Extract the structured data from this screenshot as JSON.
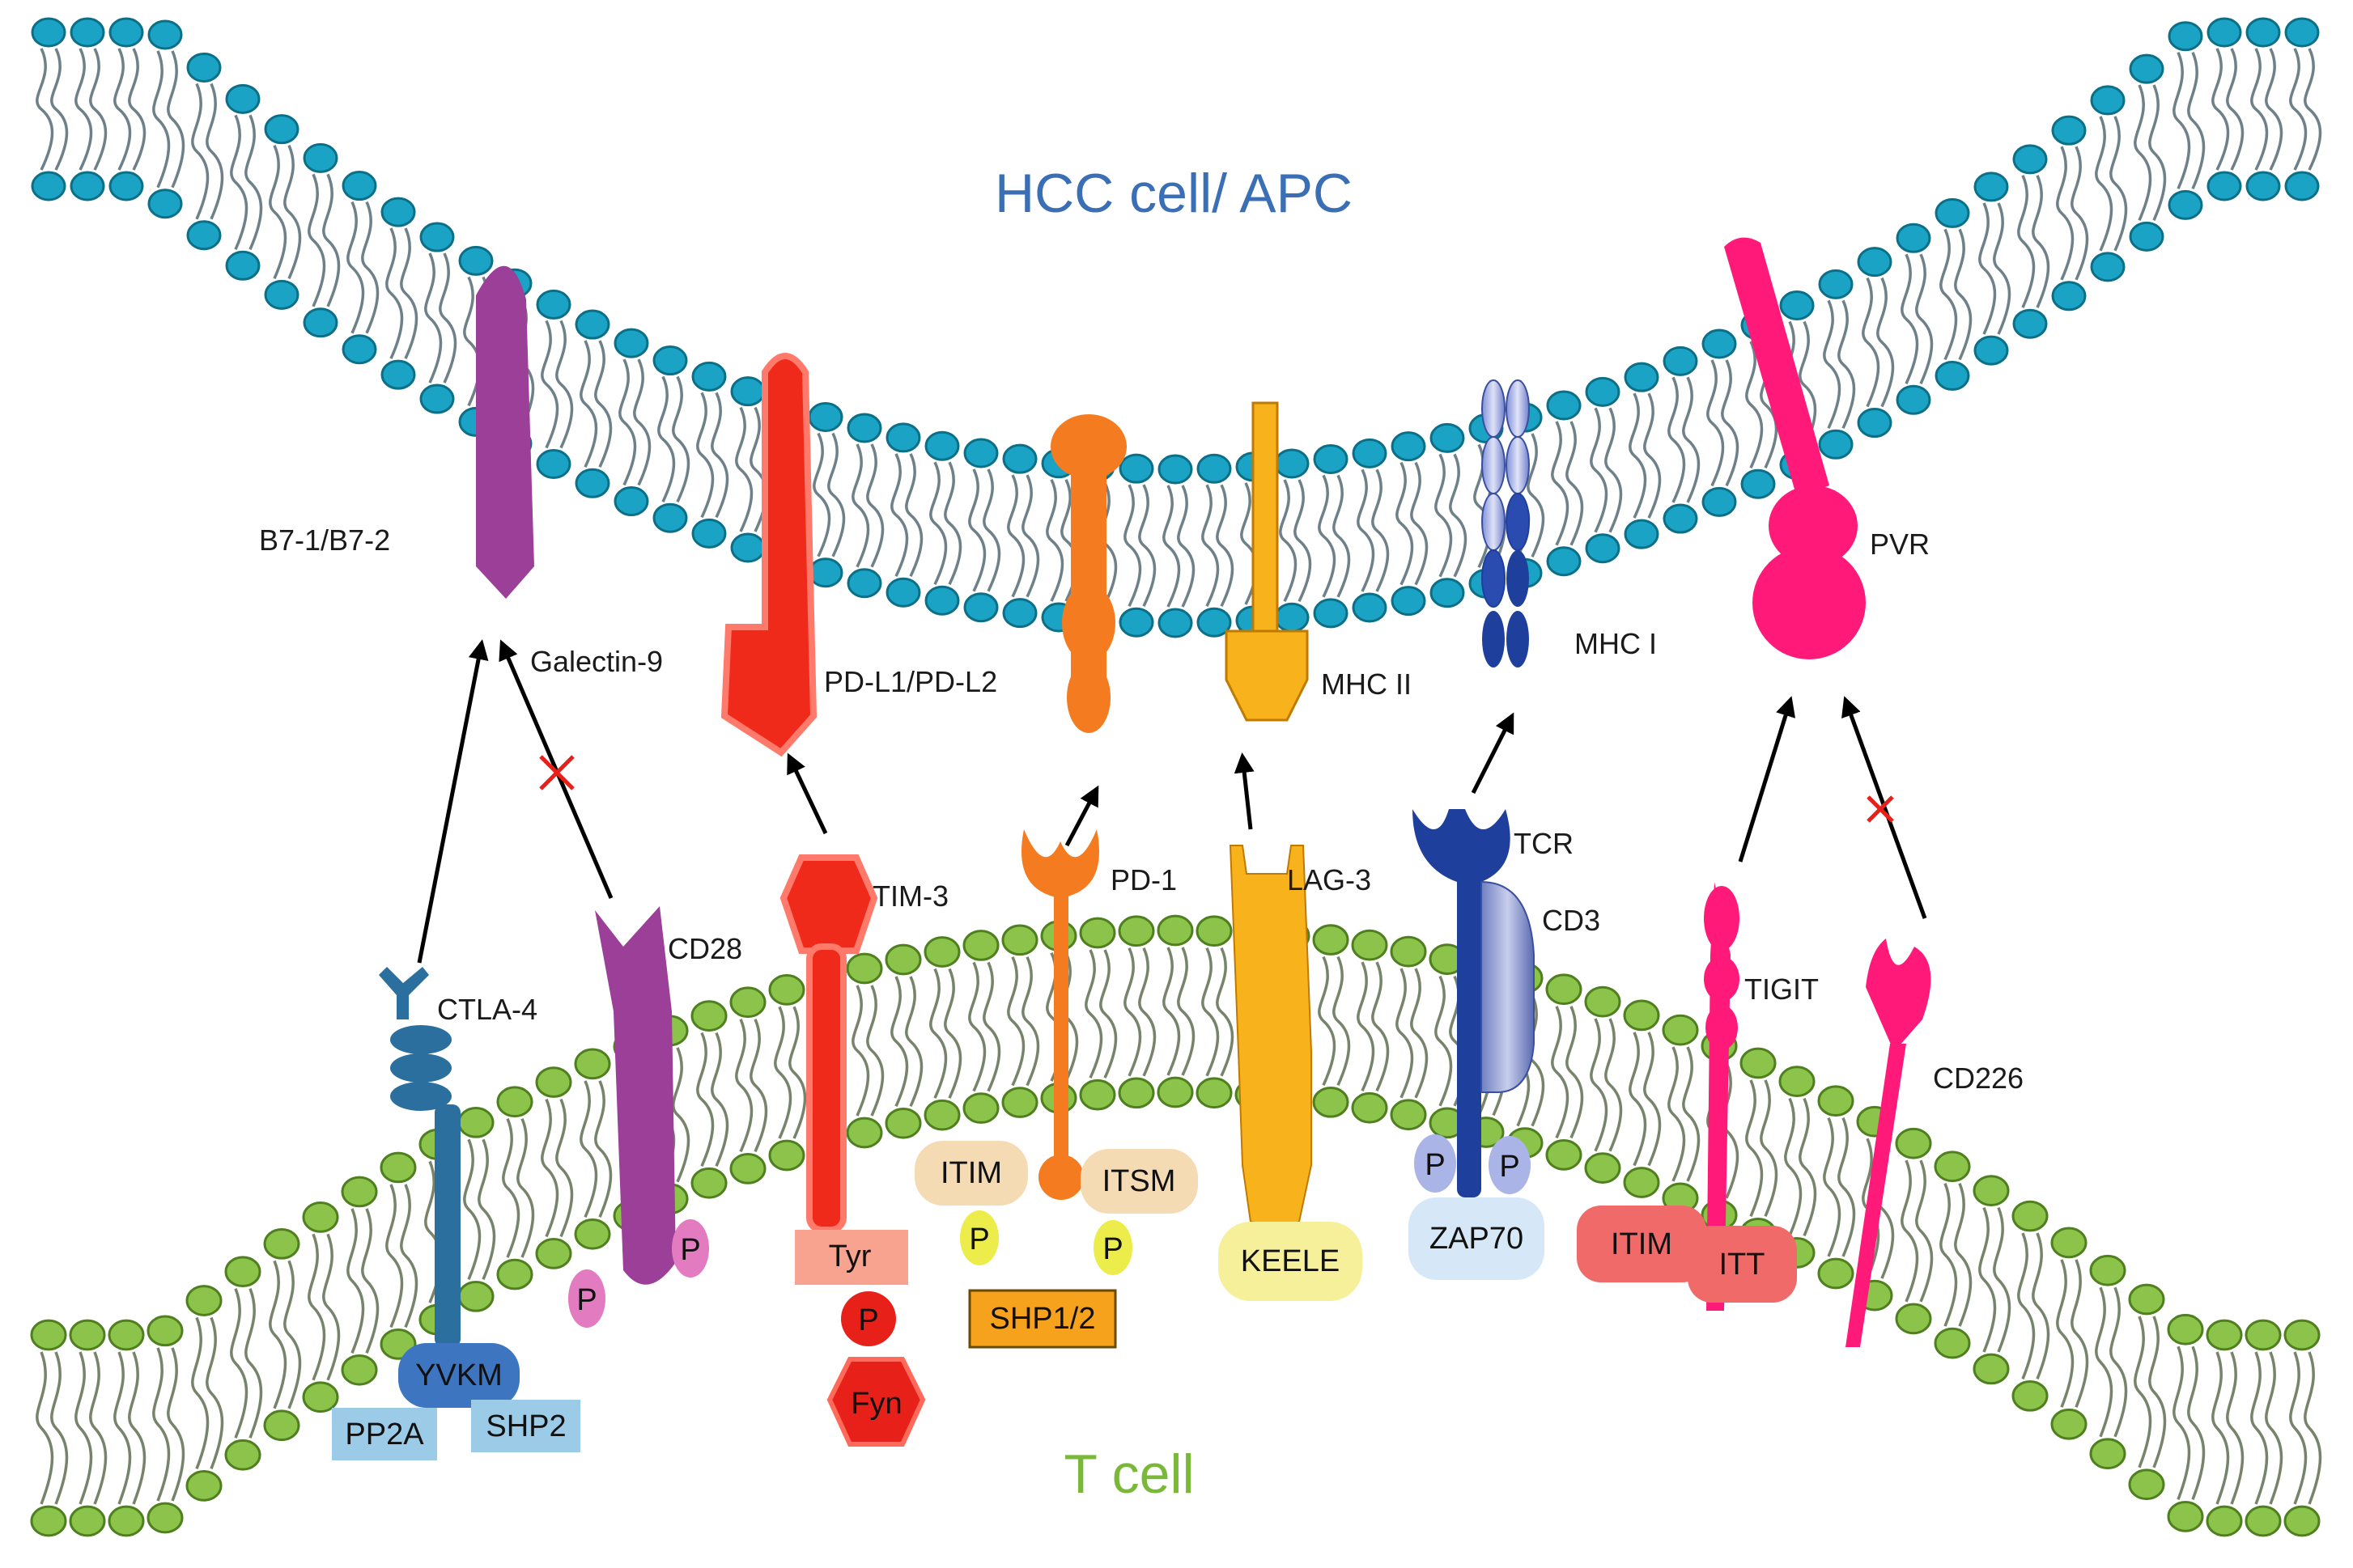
{
  "titles": {
    "top_cell": "HCC cell/ APC",
    "bottom_cell": "T cell"
  },
  "colors": {
    "apc_head": "#1aa3c4",
    "apc_head_stroke": "#0c6f88",
    "tcell_head": "#8cc34a",
    "tcell_head_stroke": "#4f7f1f",
    "title_top": "#3a6fb5",
    "title_bottom": "#7ab83a",
    "b7_ctla_cd28": "#9b3f98",
    "ctla4": "#2a6f9e",
    "galectin_tim3": "#f02a1a",
    "pdl1_pd1": "#f47b20",
    "mhc2_lag3": "#f7b21c",
    "mhc1": "#1f3f9c",
    "pvr_tigit": "#ff1a7a",
    "inhibition_mark": "#e8201a"
  },
  "apc_ligands": {
    "b7": "B7-1/B7-2",
    "galectin9": "Galectin-9",
    "pdl1": "PD-L1/PD-L2",
    "mhc2": "MHC II",
    "mhc1": "MHC I",
    "pvr": "PVR"
  },
  "tcell_receptors": {
    "ctla4": "CTLA-4",
    "cd28": "CD28",
    "tim3": "TIM-3",
    "pd1": "PD-1",
    "lag3": "LAG-3",
    "tcr": "TCR",
    "cd3": "CD3",
    "tigit": "TIGIT",
    "cd226": "CD226"
  },
  "intracellular": {
    "yvkm": "YVKM",
    "pp2a": "PP2A",
    "shp2": "SHP2",
    "cd28_p_left": "P",
    "cd28_p_right": "P",
    "tyr": "Tyr",
    "tyr_p": "P",
    "fyn": "Fyn",
    "itim_pd1": "ITIM",
    "itsm": "ITSM",
    "pd1_p_left": "P",
    "pd1_p_right": "P",
    "shp12": "SHP1/2",
    "keele": "KEELE",
    "zap_p_left": "P",
    "zap_p_right": "P",
    "zap70": "ZAP70",
    "itim_tigit": "ITIM",
    "itt": "ITT"
  }
}
